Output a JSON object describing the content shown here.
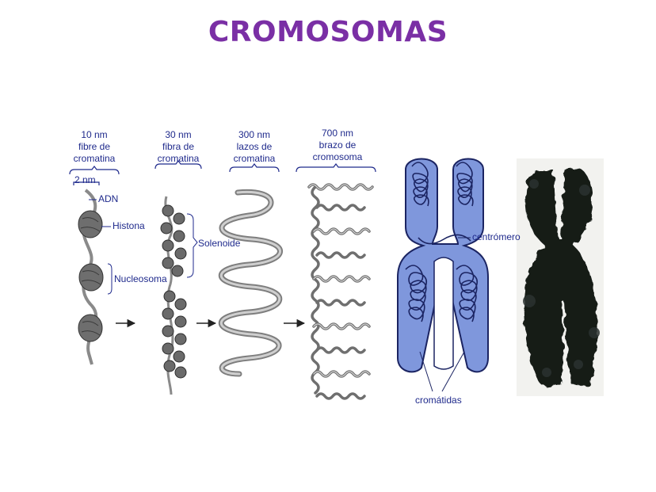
{
  "title": "CROMOSOMAS",
  "colors": {
    "title": "#7a2fa5",
    "label": "#1f2a8c",
    "fiber": "#8a8a8a",
    "nucleosome": "#6e6e6e",
    "chromosome_fill": "#7f97dc",
    "chromosome_stroke": "#1b2462",
    "photo": "#141a18"
  },
  "stages": [
    {
      "size": "10 nm",
      "line1": "fibre de",
      "line2": "cromatina"
    },
    {
      "size": "30 nm",
      "line1": "fibra de",
      "line2": "cromatina"
    },
    {
      "size": "300 nm",
      "line1": "lazos de",
      "line2": "cromatina"
    },
    {
      "size": "700 nm",
      "line1": "brazo de",
      "line2": "cromosoma"
    }
  ],
  "labels": {
    "width": "2 nm",
    "adn": "ADN",
    "histona": "Histona",
    "nucleosoma": "Nucleosoma",
    "solenoide": "Solenoide",
    "centromero": "centrómero",
    "cromatidas": "cromátidas"
  }
}
